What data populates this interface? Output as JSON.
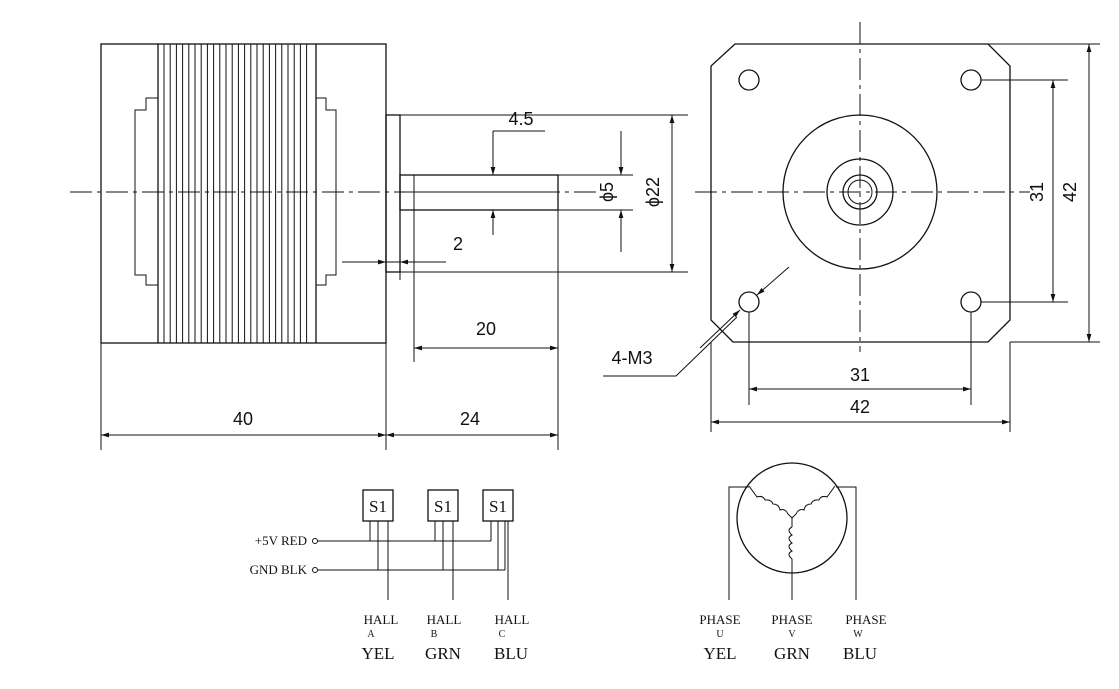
{
  "side_view": {
    "dims": {
      "body_length": "40",
      "shaft_length": "24",
      "shaft_flat_length": "20",
      "boss_thickness": "2",
      "flat_depth": "4.5",
      "shaft_diameter": "ϕ5",
      "boss_diameter": "ϕ22"
    }
  },
  "front_view": {
    "dims": {
      "hole_spacing_h": "31",
      "flange_width_h": "42",
      "hole_spacing_v": "31",
      "flange_width_v": "42",
      "mount_holes": "4-M3"
    }
  },
  "hall_wiring": {
    "sensor_label": "S1",
    "power_label": "+5V RED",
    "ground_label": "GND BLK",
    "outputs": [
      {
        "top": "HALL",
        "sub": "A",
        "color": "YEL"
      },
      {
        "top": "HALL",
        "sub": "B",
        "color": "GRN"
      },
      {
        "top": "HALL",
        "sub": "C",
        "color": "BLU"
      }
    ]
  },
  "phase_wiring": {
    "phases": [
      {
        "top": "PHASE",
        "sub": "U",
        "color": "YEL"
      },
      {
        "top": "PHASE",
        "sub": "V",
        "color": "GRN"
      },
      {
        "top": "PHASE",
        "sub": "W",
        "color": "BLU"
      }
    ]
  }
}
